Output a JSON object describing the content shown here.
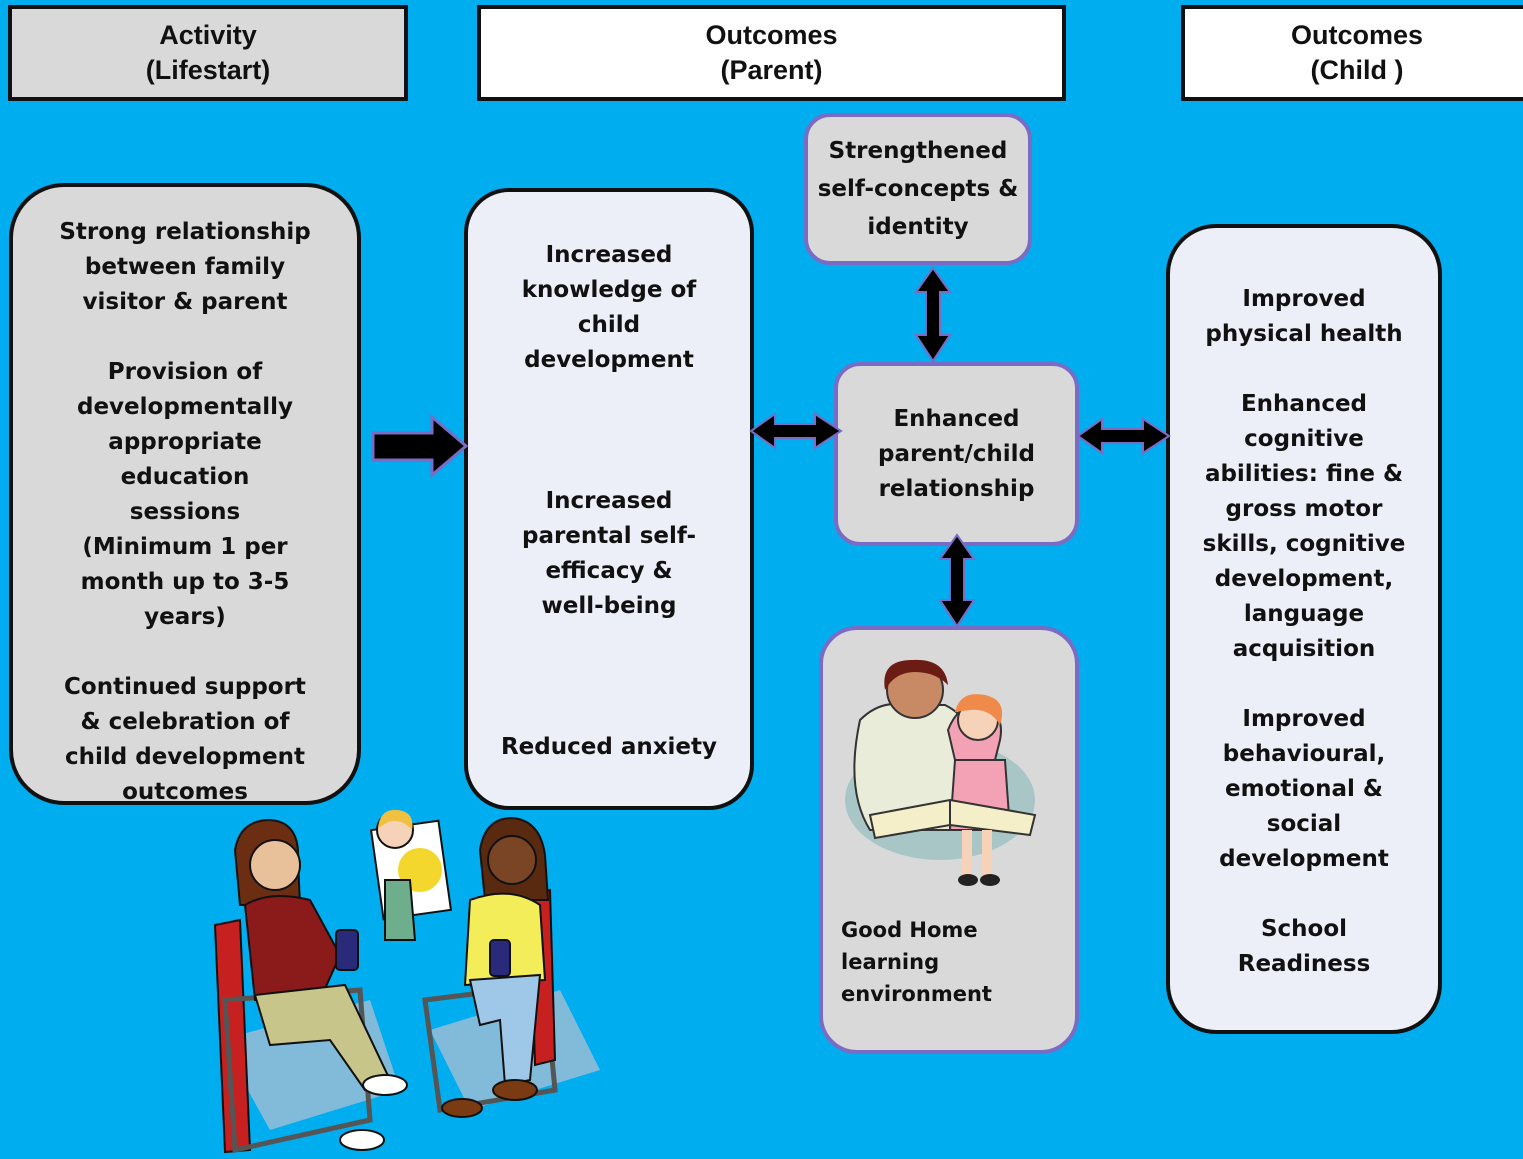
{
  "headers": {
    "activity": {
      "line1": "Activity",
      "line2": "(Lifestart)"
    },
    "parent": {
      "line1": "Outcomes",
      "line2": "(Parent)"
    },
    "child": {
      "line1": "Outcomes",
      "line2": "(Child )"
    }
  },
  "activity_box": [
    "Strong relationship between family visitor & parent",
    "Provision of developmentally appropriate education sessions (Minimum 1 per month up to 3-5 years)",
    "Continued support & celebration of child development outcomes"
  ],
  "parent_box": [
    "Increased knowledge of child development",
    "Increased parental self-efficacy & well-being",
    "Reduced anxiety"
  ],
  "self_concept": "Strengthened self-concepts & identity",
  "relationship": "Enhanced parent/child relationship",
  "home_learning": "Good Home learning environment",
  "child_box": [
    "Improved physical health",
    "Enhanced cognitive abilities: fine & gross motor skills, cognitive development, language acquisition",
    "Improved behavioural, emotional & social development",
    "School Readiness"
  ],
  "colors": {
    "background": "#00adef",
    "header_fill": "#d9d9d9",
    "light_box": "#eceef8",
    "grey_box": "#d9d9d9",
    "box_border": "#7a6cc4"
  }
}
